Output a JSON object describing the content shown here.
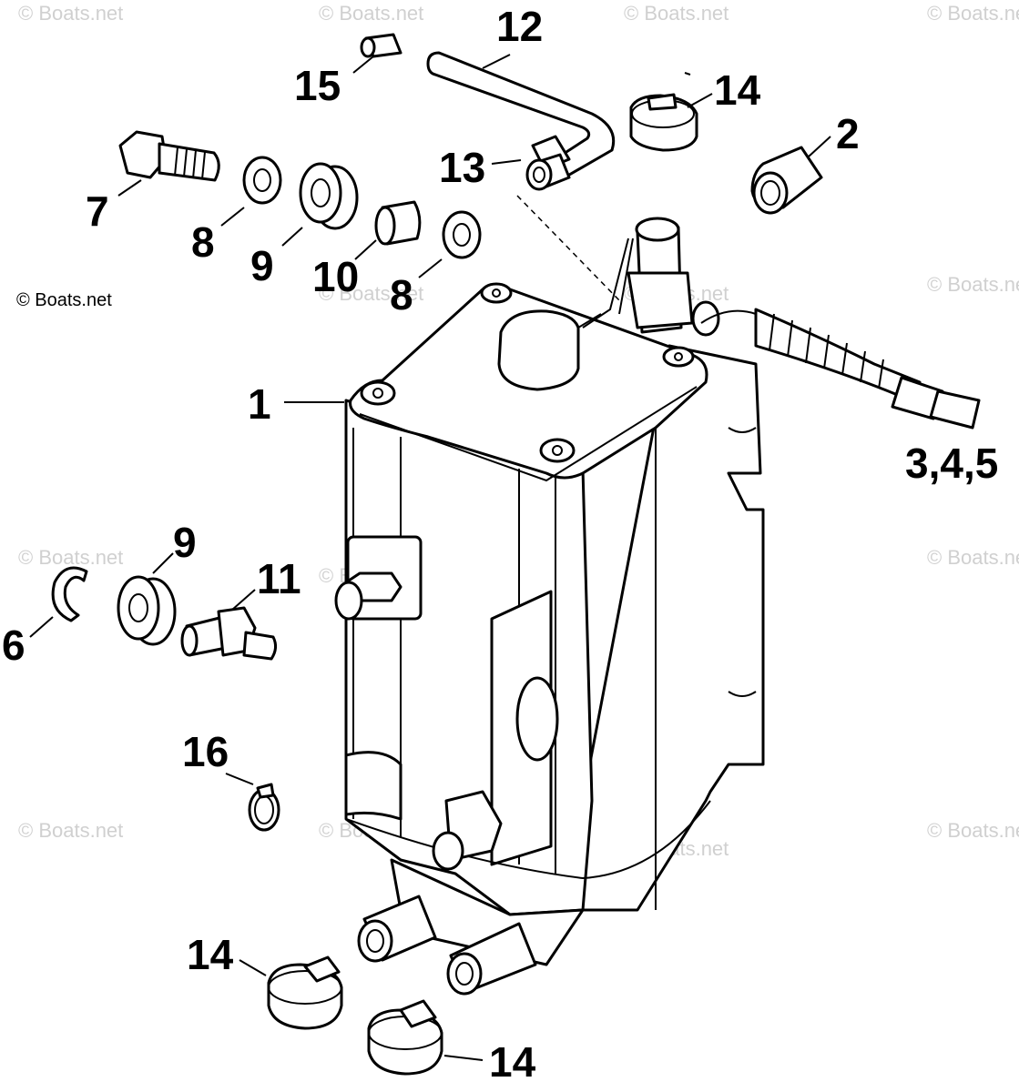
{
  "copyright": "© Boats.net",
  "watermark_text": "© Boats.net",
  "callouts": {
    "c1": "1",
    "c2": "2",
    "c345": "3,4,5",
    "c6": "6",
    "c7": "7",
    "c8a": "8",
    "c8b": "8",
    "c9a": "9",
    "c9b": "9",
    "c10": "10",
    "c11": "11",
    "c12": "12",
    "c13": "13",
    "c14a": "14",
    "c14b": "14",
    "c14c": "14",
    "c15": "15",
    "c16": "16"
  },
  "colors": {
    "line": "#000000",
    "watermark": "#d0d0d0",
    "background": "#ffffff"
  }
}
